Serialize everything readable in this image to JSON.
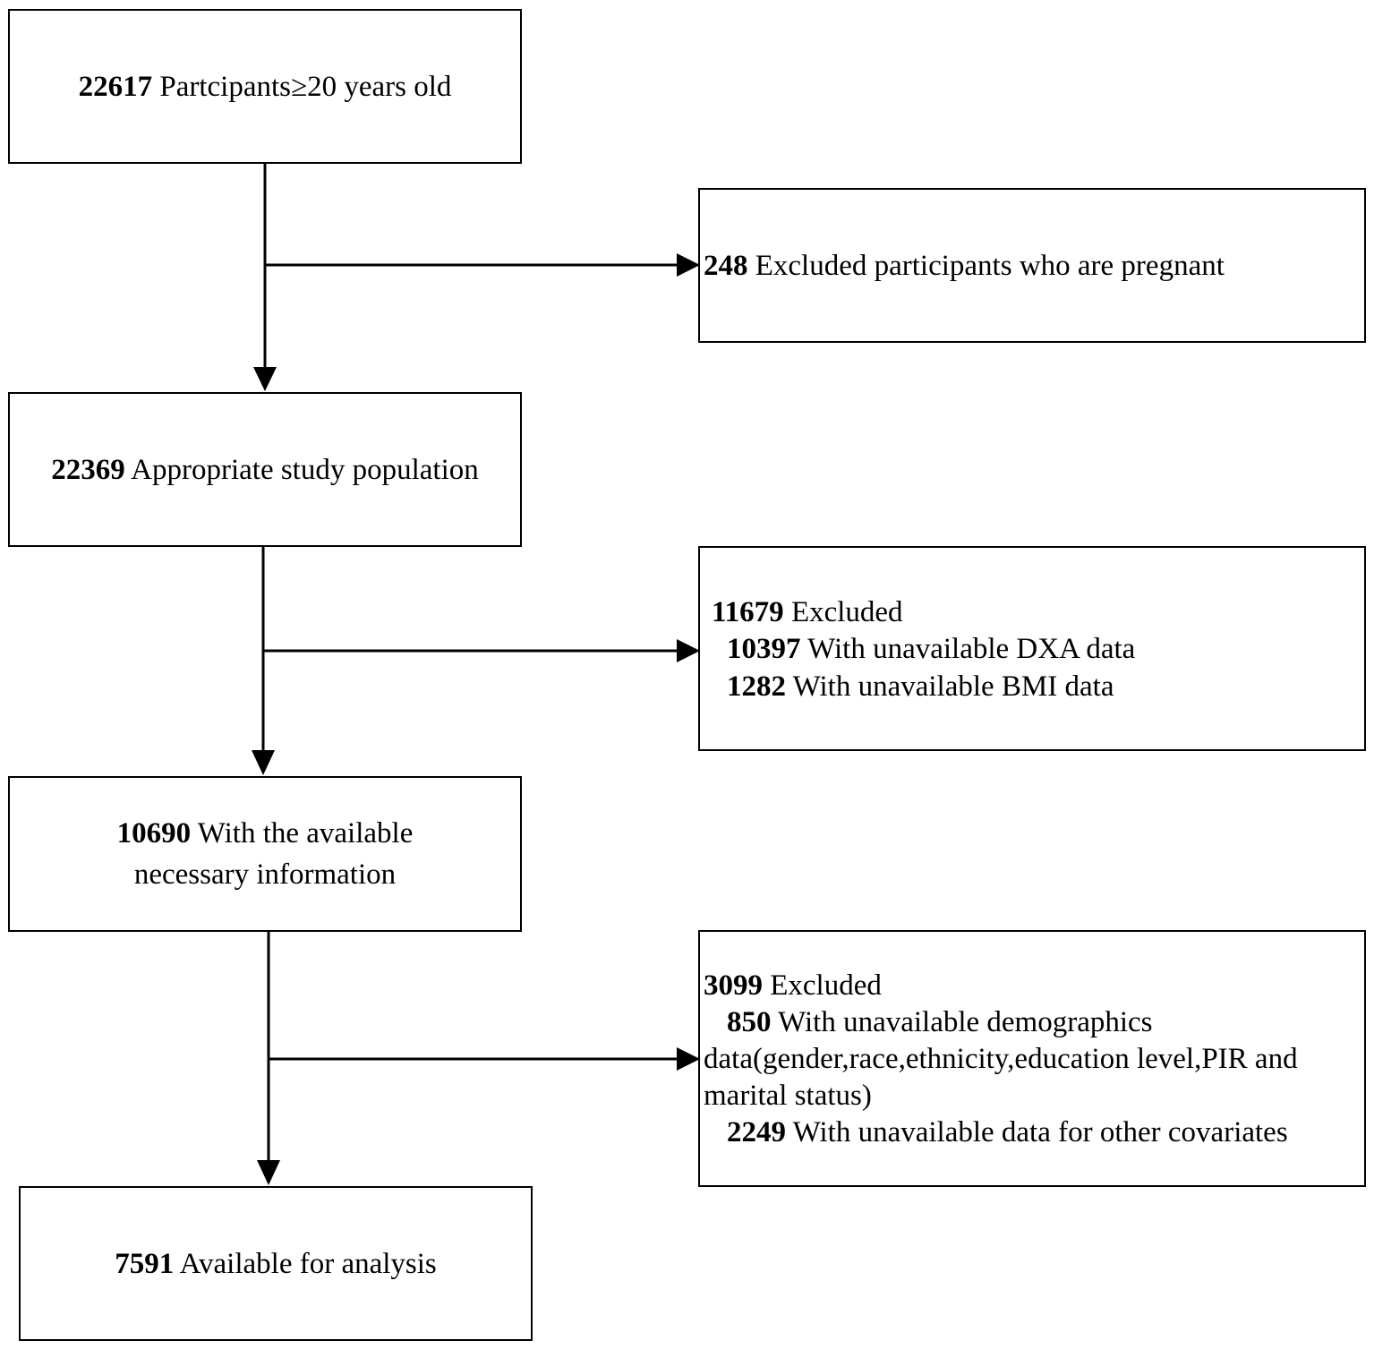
{
  "boxes": {
    "b1": {
      "num": "22617",
      "text": " Partcipants≥20 years old"
    },
    "b2": {
      "num": "22369",
      "text": " Appropriate study population"
    },
    "b3": {
      "num": "10690",
      "text": " With the available",
      "line2": "necessary information"
    },
    "b4": {
      "num": "7591",
      "text": " Available for analysis"
    }
  },
  "exclusions": {
    "e1": {
      "num": "248",
      "text": " Excluded participants who are pregnant"
    },
    "e2": {
      "num": "11679",
      "text": " Excluded",
      "r1_num": "10397",
      "r1_text": " With unavailable DXA data",
      "r2_num": "1282",
      "r2_text": " With unavailable BMI data"
    },
    "e3": {
      "num": "3099",
      "text": " Excluded",
      "r1_num": "850",
      "r1_text": " With unavailable demographics",
      "r1_cont1": "data(gender,race,ethnicity,education level,PIR and",
      "r1_cont2": "marital status)",
      "r2_num": "2249",
      "r2_text": " With unavailable data for other covariates"
    }
  }
}
